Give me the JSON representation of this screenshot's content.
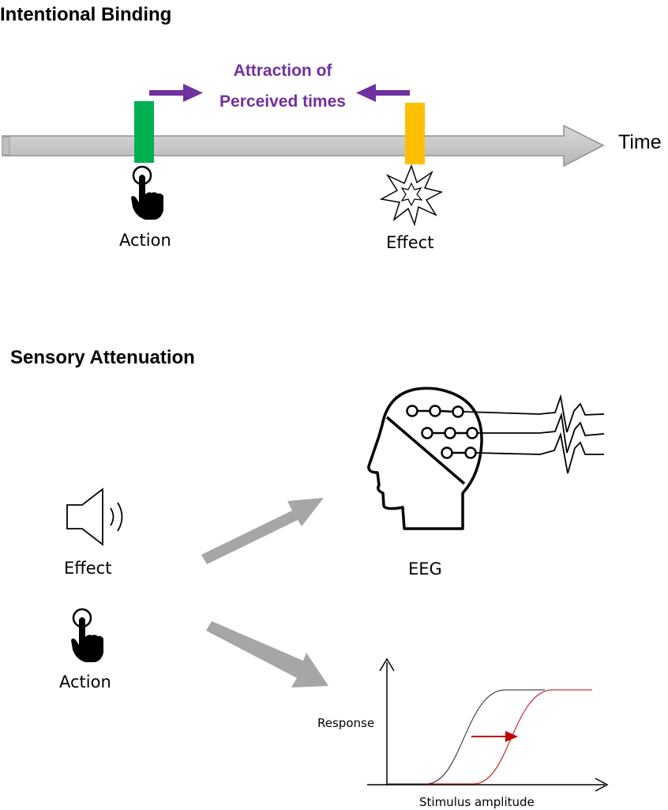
{
  "panels": {
    "intentional_binding": {
      "title": "Intentional Binding",
      "annotation_line1": "Attraction of",
      "annotation_line2": "Perceived times",
      "axis_label": "Time",
      "action_label": "Action",
      "effect_label": "Effect",
      "action_color": "#00b050",
      "effect_color": "#ffc000",
      "arrow_color": "#7030a0"
    },
    "sensory_attenuation": {
      "title": "Sensory Attenuation",
      "effect_label": "Effect",
      "action_label": "Action",
      "eeg_label": "EEG",
      "plot_ylabel": "Response",
      "plot_xlabel": "Stimulus amplitude",
      "shift_color": "#c00000",
      "icons": [
        "speaker-icon",
        "pointing-hand-icon",
        "eeg-head-icon"
      ]
    }
  }
}
